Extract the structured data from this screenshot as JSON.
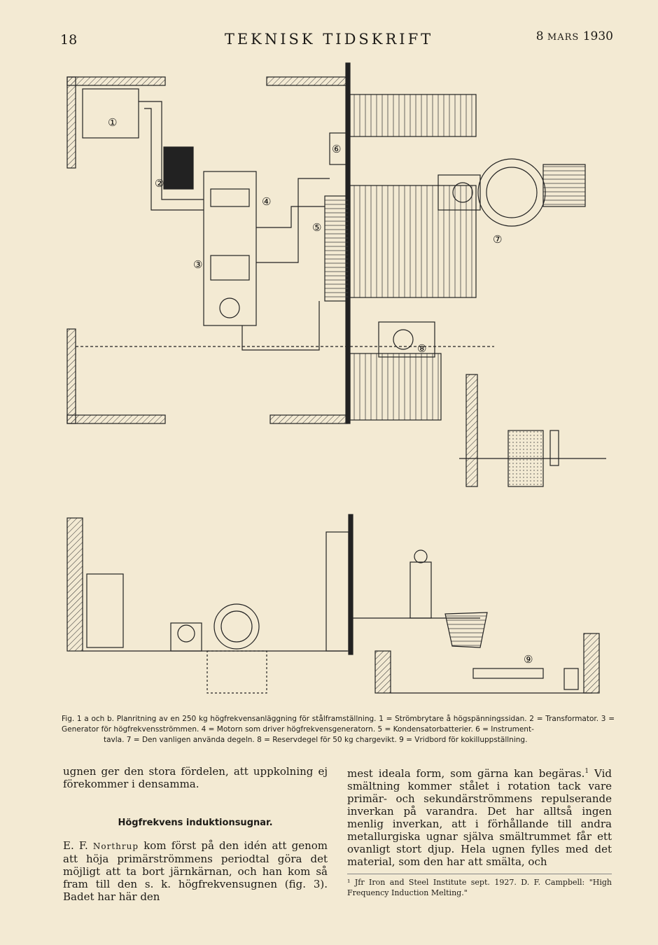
{
  "header": {
    "page_number": "18",
    "journal_title": "TEKNISK TIDSKRIFT",
    "date_day": "8",
    "date_month": "MARS",
    "date_year": "1930"
  },
  "figure": {
    "labels": [
      "①",
      "②",
      "③",
      "④",
      "⑤",
      "⑥",
      "⑦",
      "⑧",
      "⑨"
    ]
  },
  "caption": {
    "line1": "Fig. 1 a och b. Planritning av en 250 kg högfrekvensanläggning för stålframställning. 1 = Strömbrytare å högspänningssidan. 2 = Transformator. 3 = Generator för högfrekvensströmmen. 4 = Motorn som driver högfrekvensgeneratorn. 5 = Kondensatorbatterier. 6 = Instrument-",
    "line2": "tavla. 7 = Den vanligen använda degeln. 8 = Reservdegel för 50 kg chargevikt. 9 = Vridbord för kokilluppställning."
  },
  "left_column": {
    "para1": "ugnen ger den stora fördelen, att uppkolning ej förekommer i densamma.",
    "heading": "Högfrekvens induktionsugnar.",
    "para2_initials": "E. F. ",
    "para2_name": "Northrup",
    "para2_rest": " kom först på den idén att genom att höja primärströmmens periodtal göra det möjligt att ta bort järnkärnan, och han kom så fram till den s. k. högfrekvensugnen (fig. 3). Badet har här den"
  },
  "right_column": {
    "para1_a": "mest ideala form, som gärna kan begäras.",
    "para1_sup": "1",
    "para1_b": " Vid smältning kommer stålet i rotation tack vare primär- och sekundärströmmens repulserande inverkan på varandra. Det har alltså ingen menlig inverkan, att i förhållande till andra metallurgiska ugnar själva smältrummet får ett ovanligt stort djup. Hela ugnen fylles med det material, som den har att smälta, och",
    "footnote": "¹ Jfr Iron and Steel Institute sept. 1927. D. F. Campbell: \"High Frequency Induction Melting.\""
  }
}
